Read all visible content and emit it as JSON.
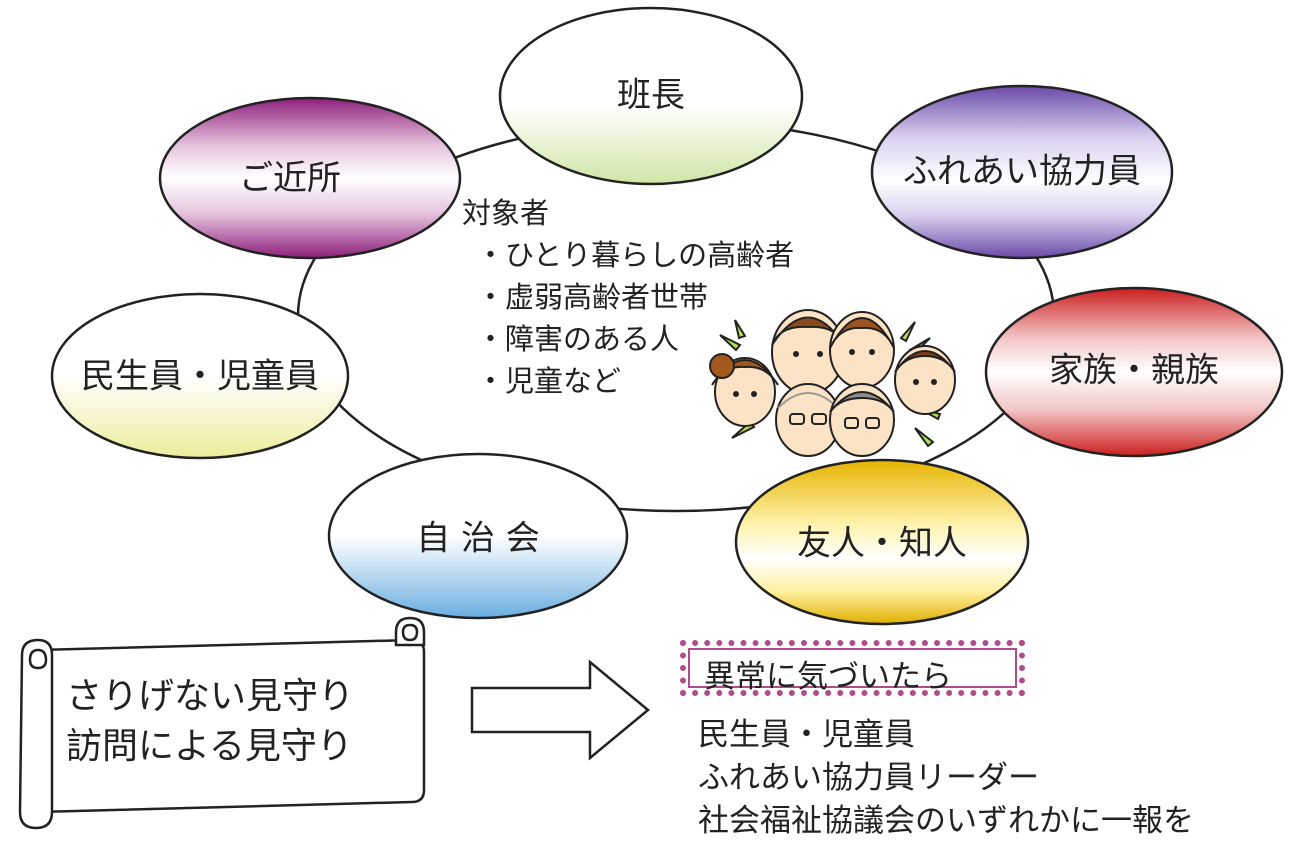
{
  "nodes": [
    {
      "id": "hancho",
      "label": "班長"
    },
    {
      "id": "fureai",
      "label": "ふれあい協力員"
    },
    {
      "id": "kazoku",
      "label": "家族・親族"
    },
    {
      "id": "yujin",
      "label": "友人・知人"
    },
    {
      "id": "jichikai",
      "label": "自 治 会"
    },
    {
      "id": "minsei",
      "label": "民生員・児童員"
    },
    {
      "id": "kinjo",
      "label": "ご近所"
    }
  ],
  "target": {
    "title": "対象者",
    "items": [
      "・ひとり暮らしの高齢者",
      "・虚弱高齢者世帯",
      "・障害のある人",
      "・児童など"
    ]
  },
  "scroll": {
    "lines": [
      "さりげない見守り",
      "訪問による見守り"
    ]
  },
  "alert": {
    "title": "異常に気づいたら",
    "lines": [
      "民生員・児童員",
      "ふれあい協力員リーダー",
      "社会福祉協議会のいずれかに一報を"
    ]
  },
  "colors": {
    "hancho": "#d6e8b0",
    "fureai": "#6a4aa8",
    "kazoku": "#cc1f1f",
    "yujin": "#e0b000",
    "jichikai": "#6aaee0",
    "minsei": "#ecec9c",
    "kinjo": "#8e1f7c",
    "alert_border": "#b04c8c"
  }
}
